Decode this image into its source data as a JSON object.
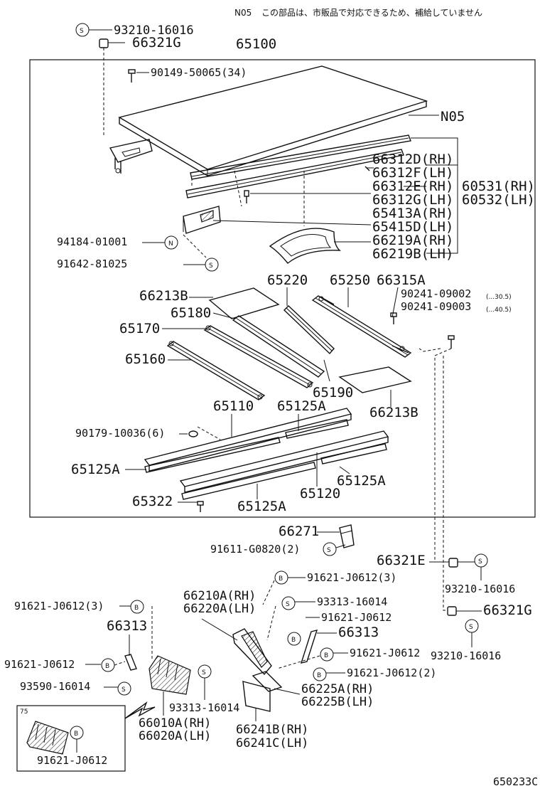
{
  "note": {
    "code": "N05",
    "text": "この部品は、市販品で対応できるため、補給していません"
  },
  "legend_symbols": {
    "s": "S",
    "n": "N",
    "b": "B"
  },
  "labels": {
    "p93210_16016_top": "93210-16016",
    "p66321G_top": "66321G",
    "p65100": "65100",
    "p90149": "90149-50065(34)",
    "pN05": "N05",
    "p66312D": "66312D(RH)",
    "p66312F": "66312F(LH)",
    "p66312E": "66312E(RH)",
    "p66312G": "66312G(LH)",
    "p60531": "60531(RH)",
    "p60532": "60532(LH)",
    "p65413A": "65413A(RH)",
    "p65415D": "65415D(LH)",
    "p66219A": "66219A(RH)",
    "p66219B": "66219B(LH)",
    "p94184": "94184-01001",
    "p91642": "91642-81025",
    "p65220": "65220",
    "p65250": "65250",
    "p66315A": "66315A",
    "p66213B_a": "66213B",
    "p90241_09002": "90241-09002",
    "p90241_09003": "90241-09003",
    "p90241_09002_note": "(...30.5)",
    "p90241_09003_note": "(...40.5)",
    "p65180": "65180",
    "p65170": "65170",
    "p65160": "65160",
    "p65190": "65190",
    "p65110": "65110",
    "p65125A_a": "65125A",
    "p66213B_b": "66213B",
    "p90179": "90179-10036(6)",
    "p65125A_b": "65125A",
    "p65125A_c": "65125A",
    "p65120": "65120",
    "p65322": "65322",
    "p65125A_d": "65125A",
    "p66271": "66271",
    "p91611": "91611-G0820(2)",
    "p66321E": "66321E",
    "p93210_16016_mid": "93210-16016",
    "p66321G_low": "66321G",
    "p93210_16016_low": "93210-16016",
    "p91621_3_a": "91621-J0612(3)",
    "p66210A": "66210A(RH)",
    "p66220A": "66220A(LH)",
    "p93313_a": "93313-16014",
    "p91621_b": "91621-J0612",
    "p66313_a": "66313",
    "p91621_3_c": "91621-J0612(3)",
    "p66313_b": "66313",
    "p91621_d": "91621-J0612",
    "p91621_e": "91621-J0612",
    "p91621_2": "91621-J0612(2)",
    "p93590": "93590-16014",
    "p66225A": "66225A(RH)",
    "p66225B": "66225B(LH)",
    "p93313_b": "93313-16014",
    "p66010A": "66010A(RH)",
    "p66020A": "66020A(LH)",
    "p66241B": "66241B(RH)",
    "p66241C": "66241C(LH)",
    "p75": "75",
    "p91621_inset": "91621-J0612",
    "drawing_code": "650233C"
  }
}
